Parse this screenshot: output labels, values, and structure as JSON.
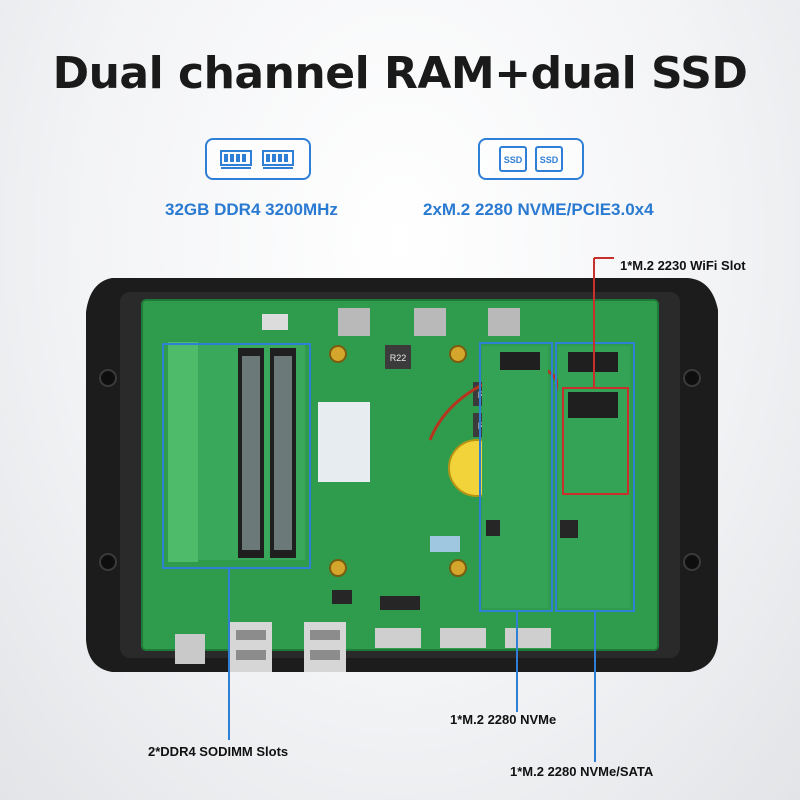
{
  "header": {
    "title": "Dual channel RAM+dual SSD"
  },
  "specs": {
    "ram": {
      "label": "32GB DDR4 3200MHz",
      "icon": "ram-module-icon"
    },
    "ssd": {
      "label": "2xM.2 2280 NVME/PCIE3.0x4",
      "icon": "ssd-icon",
      "chip_text": "SSD"
    }
  },
  "board": {
    "silk_r22": "R22"
  },
  "callouts": {
    "wifi_slot": "1*M.2 2230 WiFi Slot",
    "sodimm": "2*DDR4 SODIMM Slots",
    "nvme": "1*M.2 2280 NVMe",
    "nvme_sata": "1*M.2 2280 NVMe/SATA"
  },
  "colors": {
    "accent_blue": "#2f7fd6",
    "highlight_red": "#c8302b",
    "pcb_green": "#2e9c4c",
    "case_black": "#1c1c1c"
  }
}
